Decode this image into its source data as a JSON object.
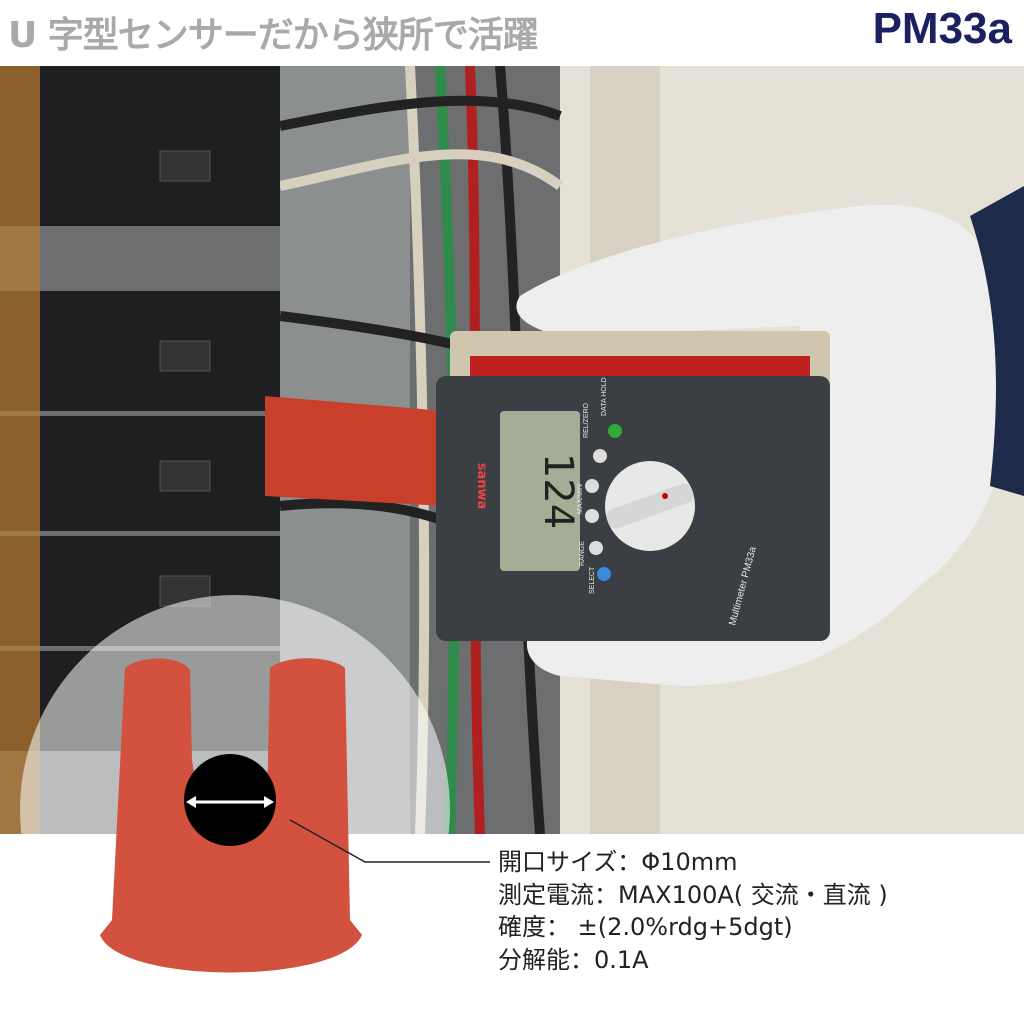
{
  "header": {
    "title": "U 字型センサーだから狭所で活躍",
    "model": "PM33a"
  },
  "meter": {
    "display_reading": "124",
    "brand": "sanwa",
    "front_label": "Multimeter PM33a",
    "buttons": [
      "REL/ZERO",
      "DATA HOLD",
      "MAX/MIN",
      "RANGE",
      "SELECT"
    ]
  },
  "specs": [
    "開口サイズ：Φ10mm",
    "測定電流：MAX100A( 交流・直流 )",
    "確度： ±(2.0%rdg+5dgt)",
    "分解能：0.1A"
  ],
  "colors": {
    "model": "#1b2160",
    "title": "#a9a9a9",
    "sensor": "#d2513f"
  }
}
